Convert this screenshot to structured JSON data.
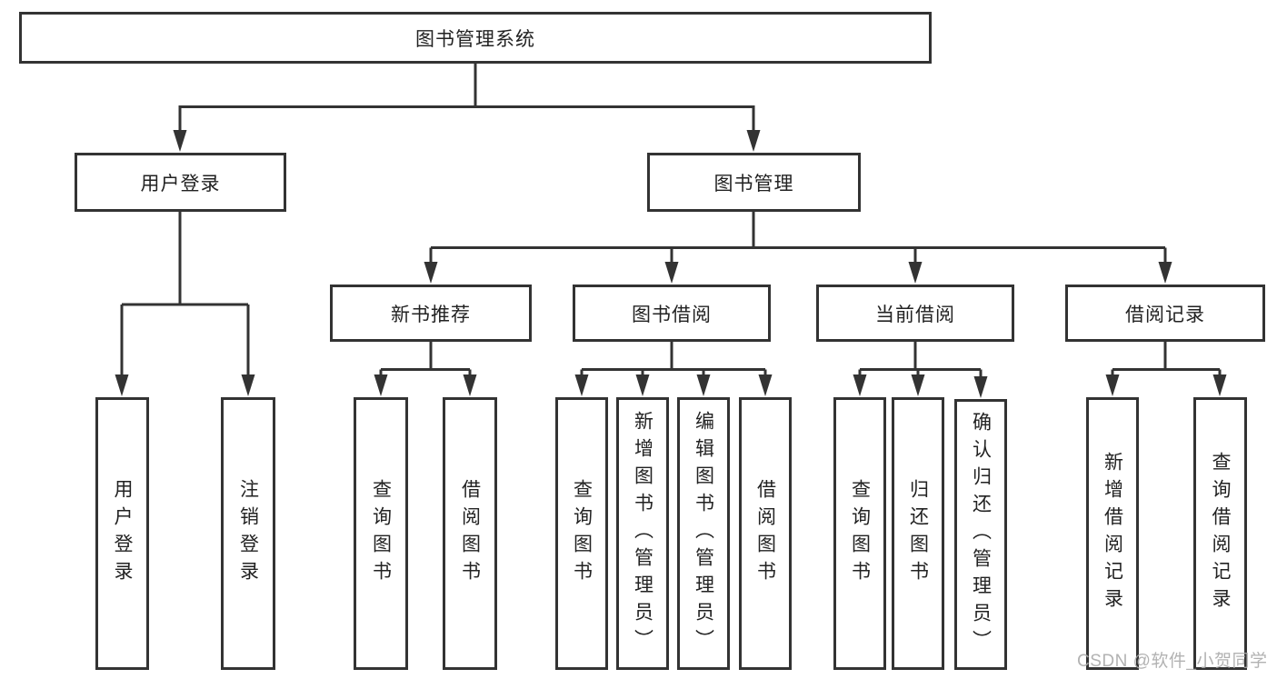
{
  "diagram_type": "tree",
  "tree": {
    "label": "图书管理系统",
    "children": [
      {
        "label": "用户登录",
        "children": [
          {
            "label": "用户登录"
          },
          {
            "label": "注销登录"
          }
        ]
      },
      {
        "label": "图书管理",
        "children": [
          {
            "label": "新书推荐",
            "children": [
              {
                "label": "查询图书"
              },
              {
                "label": "借阅图书"
              }
            ]
          },
          {
            "label": "图书借阅",
            "children": [
              {
                "label": "查询图书"
              },
              {
                "label": "新增图书（管理员）"
              },
              {
                "label": "编辑图书（管理员）"
              },
              {
                "label": "借阅图书"
              }
            ]
          },
          {
            "label": "当前借阅",
            "children": [
              {
                "label": "查询图书"
              },
              {
                "label": "归还图书"
              },
              {
                "label": "确认归还（管理员）"
              }
            ]
          },
          {
            "label": "借阅记录",
            "children": [
              {
                "label": "新增借阅记录"
              },
              {
                "label": "查询借阅记录"
              }
            ]
          }
        ]
      }
    ]
  },
  "watermark": {
    "text": "CSDN @软件_小贺同学"
  },
  "colors": {
    "line": "#333333",
    "text": "#222222",
    "box_background": "#ffffff",
    "page_background": "#ffffff",
    "watermark": "#aaaaaa"
  }
}
